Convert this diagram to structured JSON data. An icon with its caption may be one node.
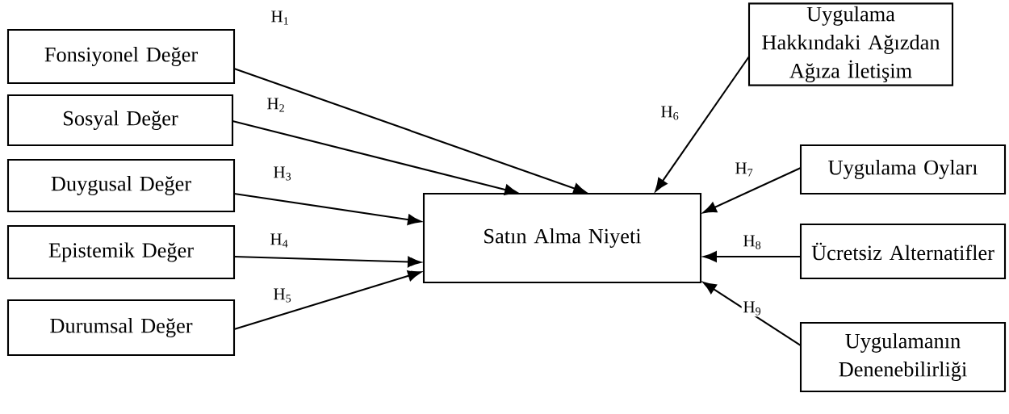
{
  "diagram": {
    "nodes": [
      {
        "text": [
          "Fonsiyonel Değer"
        ]
      },
      {
        "text": [
          "Sosyal Değer"
        ]
      },
      {
        "text": [
          "Duygusal Değer"
        ]
      },
      {
        "text": [
          "Epistemik Değer"
        ]
      },
      {
        "text": [
          "Durumsal Değer"
        ]
      },
      {
        "text": [
          "Satın Alma Niyeti"
        ]
      },
      {
        "text": [
          "Uygulama Hakkındaki Ağızdan Ağıza İletişim"
        ]
      },
      {
        "text": [
          "Uygulama Oyları"
        ]
      },
      {
        "text": [
          "Ücretsiz Alternatifler"
        ]
      },
      {
        "text": [
          "Uygulamanın Denenebilirliği"
        ]
      }
    ],
    "edges": [
      {
        "from": 0,
        "to": 5,
        "arrow": "to",
        "label": "H$_{1}$"
      },
      {
        "from": 1,
        "to": 5,
        "arrow": "to",
        "label": "H$_{2}$"
      },
      {
        "from": 2,
        "to": 5,
        "arrow": "to",
        "label": "H$_{3}$"
      },
      {
        "from": 3,
        "to": 5,
        "arrow": "to",
        "label": "H$_{4}$"
      },
      {
        "from": 4,
        "to": 5,
        "arrow": "to",
        "label": "H$_{5}$"
      },
      {
        "from": 6,
        "to": 5,
        "arrow": "to",
        "label": "H$_{6}$"
      },
      {
        "from": 7,
        "to": 5,
        "arrow": "to",
        "label": "H$_{7}$"
      },
      {
        "from": 8,
        "to": 5,
        "arrow": "to",
        "label": "H$_{8}$"
      },
      {
        "from": 9,
        "to": 5,
        "arrow": "to",
        "label": "H$_{9}$"
      }
    ]
  }
}
